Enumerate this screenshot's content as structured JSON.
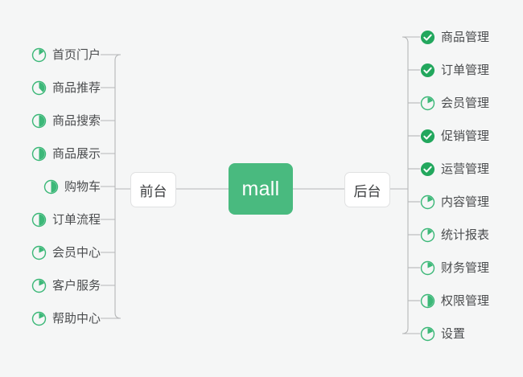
{
  "diagram": {
    "title": "mall",
    "root": {
      "label": "mall",
      "color": "#49ba7f"
    },
    "branches": [
      {
        "id": "frontend",
        "label": "前台",
        "side": "left"
      },
      {
        "id": "backend",
        "label": "后台",
        "side": "right"
      }
    ],
    "legend": {
      "done_icon": "check-circle-icon",
      "progress_icon": "pie-progress-icon",
      "done_color": "#22a75d",
      "progress_color": "#3cb878"
    },
    "frontend_items": [
      {
        "label": "首页门户",
        "status": "progress",
        "percent": 15,
        "icon": "pie-progress-icon"
      },
      {
        "label": "商品推荐",
        "status": "progress",
        "percent": 38,
        "icon": "pie-progress-icon"
      },
      {
        "label": "商品搜索",
        "status": "progress",
        "percent": 50,
        "icon": "pie-progress-icon"
      },
      {
        "label": "商品展示",
        "status": "progress",
        "percent": 50,
        "icon": "pie-progress-icon"
      },
      {
        "label": "购物车",
        "status": "progress",
        "percent": 50,
        "icon": "pie-progress-icon"
      },
      {
        "label": "订单流程",
        "status": "progress",
        "percent": 50,
        "icon": "pie-progress-icon"
      },
      {
        "label": "会员中心",
        "status": "progress",
        "percent": 18,
        "icon": "pie-progress-icon"
      },
      {
        "label": "客户服务",
        "status": "progress",
        "percent": 18,
        "icon": "pie-progress-icon"
      },
      {
        "label": "帮助中心",
        "status": "progress",
        "percent": 18,
        "icon": "pie-progress-icon"
      }
    ],
    "backend_items": [
      {
        "label": "商品管理",
        "status": "done",
        "percent": 100,
        "icon": "check-circle-icon"
      },
      {
        "label": "订单管理",
        "status": "done",
        "percent": 100,
        "icon": "check-circle-icon"
      },
      {
        "label": "会员管理",
        "status": "progress",
        "percent": 18,
        "icon": "pie-progress-icon"
      },
      {
        "label": "促销管理",
        "status": "done",
        "percent": 100,
        "icon": "check-circle-icon"
      },
      {
        "label": "运营管理",
        "status": "done",
        "percent": 100,
        "icon": "check-circle-icon"
      },
      {
        "label": "内容管理",
        "status": "progress",
        "percent": 18,
        "icon": "pie-progress-icon"
      },
      {
        "label": "统计报表",
        "status": "progress",
        "percent": 15,
        "icon": "pie-progress-icon"
      },
      {
        "label": "财务管理",
        "status": "progress",
        "percent": 18,
        "icon": "pie-progress-icon"
      },
      {
        "label": "权限管理",
        "status": "progress",
        "percent": 50,
        "icon": "pie-progress-icon"
      },
      {
        "label": "设置",
        "status": "progress",
        "percent": 18,
        "icon": "pie-progress-icon"
      }
    ]
  }
}
